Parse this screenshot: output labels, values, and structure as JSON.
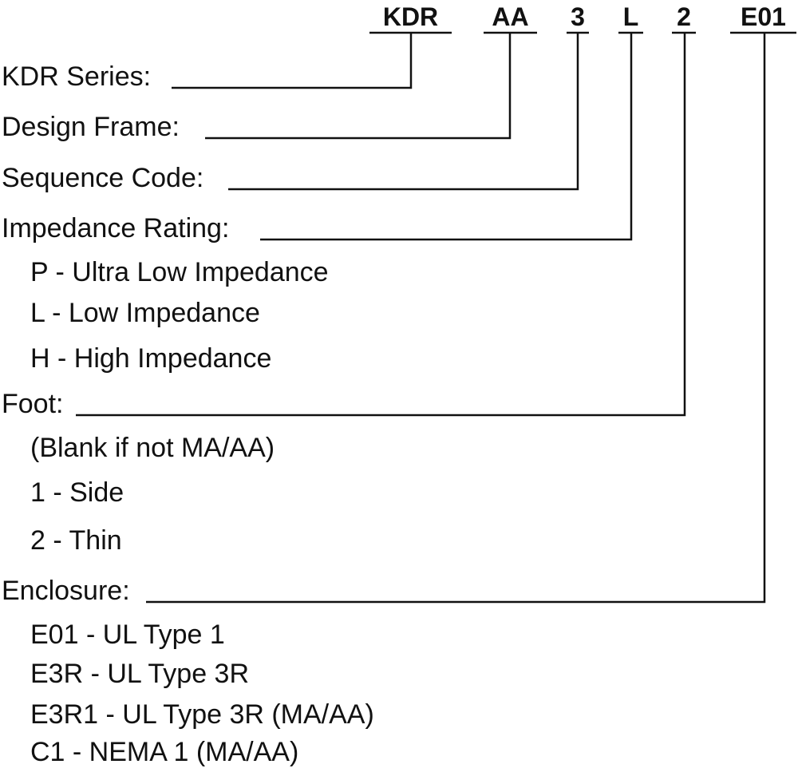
{
  "colors": {
    "text": "#111111",
    "line": "#111111",
    "background": "#ffffff"
  },
  "codes": [
    "KDR",
    "AA",
    "3",
    "L",
    "2",
    "E01"
  ],
  "fields": [
    {
      "label": "KDR Series:"
    },
    {
      "label": "Design Frame:"
    },
    {
      "label": "Sequence Code:"
    },
    {
      "label": "Impedance Rating:",
      "options": [
        "P - Ultra Low Impedance",
        "L - Low Impedance",
        "H - High Impedance"
      ]
    },
    {
      "label": "Foot:",
      "options": [
        "(Blank if not MA/AA)",
        "1 - Side",
        "2 - Thin"
      ]
    },
    {
      "label": "Enclosure:",
      "options": [
        "E01 - UL Type 1",
        "E3R - UL Type 3R",
        "E3R1 - UL Type 3R (MA/AA)",
        "C1 - NEMA 1 (MA/AA)"
      ]
    }
  ]
}
